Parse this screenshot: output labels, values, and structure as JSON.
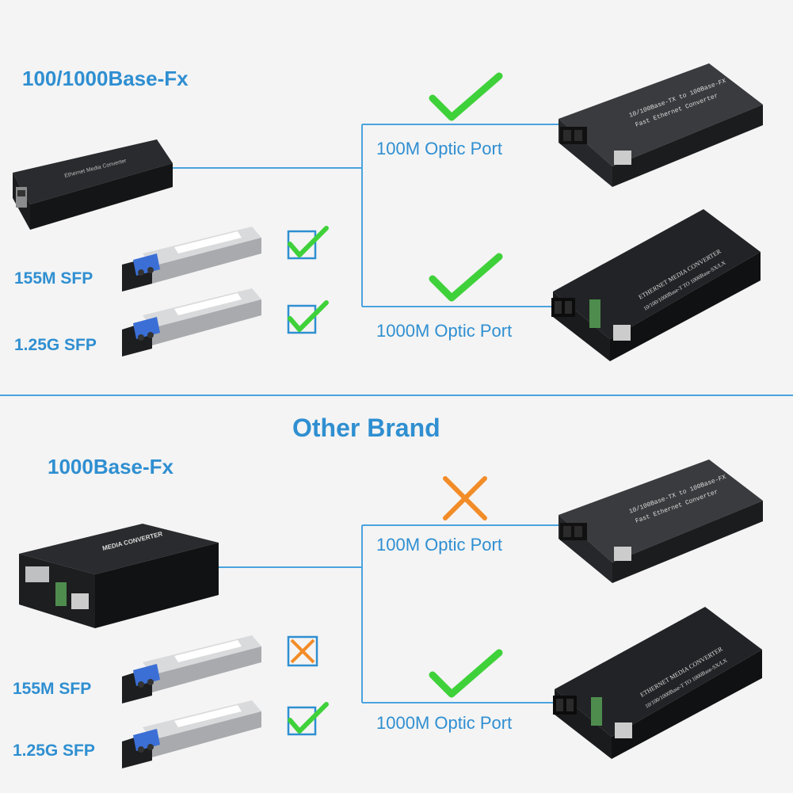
{
  "top": {
    "source_label": "100/1000Base-Fx",
    "sfp_155_label": "155M SFP",
    "sfp_125_label": "1.25G SFP",
    "port_100_label": "100M Optic Port",
    "port_1000_label": "1000M Optic Port",
    "source_device_text": "Ethernet Media Converter",
    "fast_converter_text_1": "10/100Base-TX to 100Base-FX",
    "fast_converter_text_2": "Fast Ethernet Converter",
    "gig_converter_text_1": "ETHERNET MEDIA CONVERTER",
    "gig_converter_text_2": "10/100/1000Base-T TO 1000Base-SX/LX",
    "results": {
      "port_100": "check",
      "port_1000": "check",
      "sfp_155": "check-box",
      "sfp_125": "check-box"
    }
  },
  "bottom": {
    "section_title": "Other Brand",
    "source_label": "1000Base-Fx",
    "sfp_155_label": "155M SFP",
    "sfp_125_label": "1.25G SFP",
    "port_100_label": "100M Optic Port",
    "port_1000_label": "1000M Optic Port",
    "source_device_text": "MEDIA CONVERTER",
    "fast_converter_text_1": "10/100Base-TX to 100Base-FX",
    "fast_converter_text_2": "Fast Ethernet Converter",
    "gig_converter_text_1": "ETHERNET MEDIA CONVERTER",
    "gig_converter_text_2": "10/100/1000Base-T TO 1000Base-SX/LX",
    "results": {
      "port_100": "cross",
      "port_1000": "check",
      "sfp_155": "cross-box",
      "sfp_125": "check-box"
    }
  },
  "colors": {
    "accent": "#2f8fd1",
    "check": "#3fd13a",
    "cross": "#f28c28",
    "device": "#1e1f22"
  }
}
